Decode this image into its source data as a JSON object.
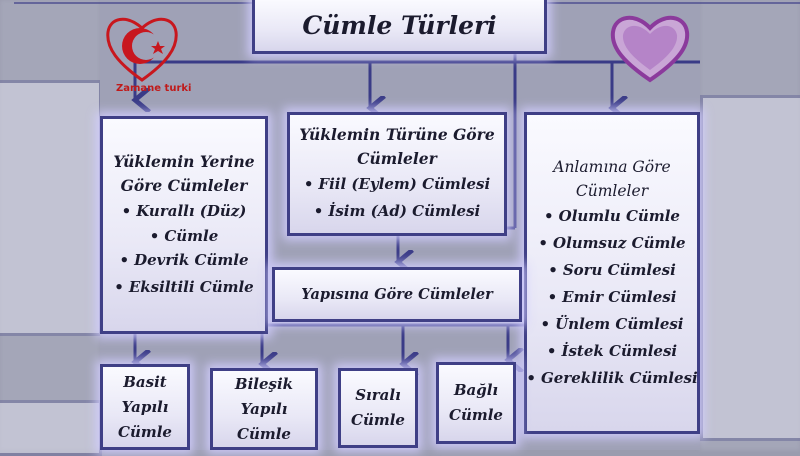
{
  "title": "Cümle Türleri",
  "logo": {
    "text": "Zamane turki",
    "color": "#c8171e"
  },
  "boxes": {
    "yuklem_yeri": {
      "heading": [
        "Yüklemin Yerine",
        "Göre Cümleler"
      ],
      "items": [
        "Kurallı (Düz)",
        "Cümle",
        "Devrik Cümle",
        "Eksiltili Cümle"
      ]
    },
    "yuklem_turu": {
      "heading": [
        "Yüklemin Türüne Göre",
        "Cümleler"
      ],
      "items": [
        "Fiil (Eylem) Cümlesi",
        "İsim (Ad) Cümlesi"
      ]
    },
    "anlam": {
      "heading": [
        "Anlamına Göre",
        "Cümleler"
      ],
      "items": [
        "Olumlu Cümle",
        "Olumsuz Cümle",
        "Soru Cümlesi",
        "Emir Cümlesi",
        "Ünlem Cümlesi",
        "İstek Cümlesi",
        "Gereklilik Cümlesi"
      ]
    },
    "yapi": {
      "label": "Yapısına Göre Cümleler"
    },
    "leaves": [
      [
        "Basit",
        "Yapılı",
        "Cümle"
      ],
      [
        "Bileşik",
        "Yapılı",
        "Cümle"
      ],
      [
        "Sıralı",
        "Cümle"
      ],
      [
        "Bağlı",
        "Cümle"
      ]
    ]
  },
  "colors": {
    "line": "#3a3b87",
    "box_border": "#3f3f86",
    "heart": "#9a3ea6"
  }
}
